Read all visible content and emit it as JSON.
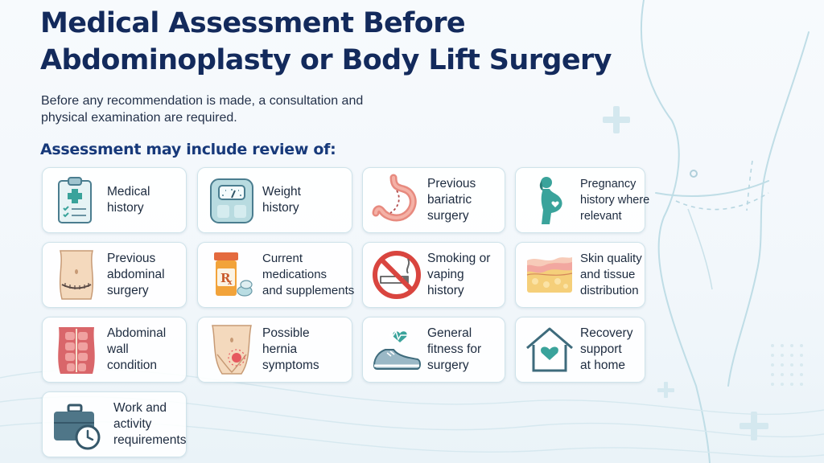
{
  "header": {
    "title_lines": [
      "Medical Assessment Before",
      "Abdominoplasty or Body Lift Surgery"
    ],
    "intro_lines": [
      "Before any recommendation is made, a consultation and",
      "physical examination are required."
    ],
    "subheading": "Assessment may include review of:"
  },
  "colors": {
    "title": "#132a5c",
    "subheading": "#17397a",
    "teal": "#3aa39b",
    "card_border": "#cfe3ea"
  },
  "items": [
    {
      "lines": [
        "Medical",
        "history"
      ],
      "icon": "clipboard-icon"
    },
    {
      "lines": [
        "Weight",
        "history"
      ],
      "icon": "scale-icon"
    },
    {
      "lines": [
        "Previous",
        "bariatric",
        "surgery"
      ],
      "icon": "stomach-icon"
    },
    {
      "lines": [
        "Pregnancy",
        "history where",
        "relevant"
      ],
      "icon": "pregnancy-icon"
    },
    {
      "lines": [
        "Previous",
        "abdominal",
        "surgery"
      ],
      "icon": "abdomen-scar-icon"
    },
    {
      "lines": [
        "Current",
        "medications",
        "and supplements"
      ],
      "icon": "pill-bottle-icon"
    },
    {
      "lines": [
        "Smoking or",
        "vaping",
        "history"
      ],
      "icon": "no-smoking-icon"
    },
    {
      "lines": [
        "Skin quality",
        "and tissue",
        "distribution"
      ],
      "icon": "skin-layers-icon"
    },
    {
      "lines": [
        "Abdominal",
        "wall",
        "condition"
      ],
      "icon": "abdominal-muscles-icon"
    },
    {
      "lines": [
        "Possible",
        "hernia",
        "symptoms"
      ],
      "icon": "hernia-icon"
    },
    {
      "lines": [
        "General",
        "fitness for",
        "surgery"
      ],
      "icon": "sneaker-heart-icon"
    },
    {
      "lines": [
        "Recovery",
        "support",
        "at home"
      ],
      "icon": "home-heart-icon"
    },
    {
      "lines": [
        "Work and",
        "activity",
        "requirements"
      ],
      "icon": "briefcase-clock-icon"
    }
  ]
}
